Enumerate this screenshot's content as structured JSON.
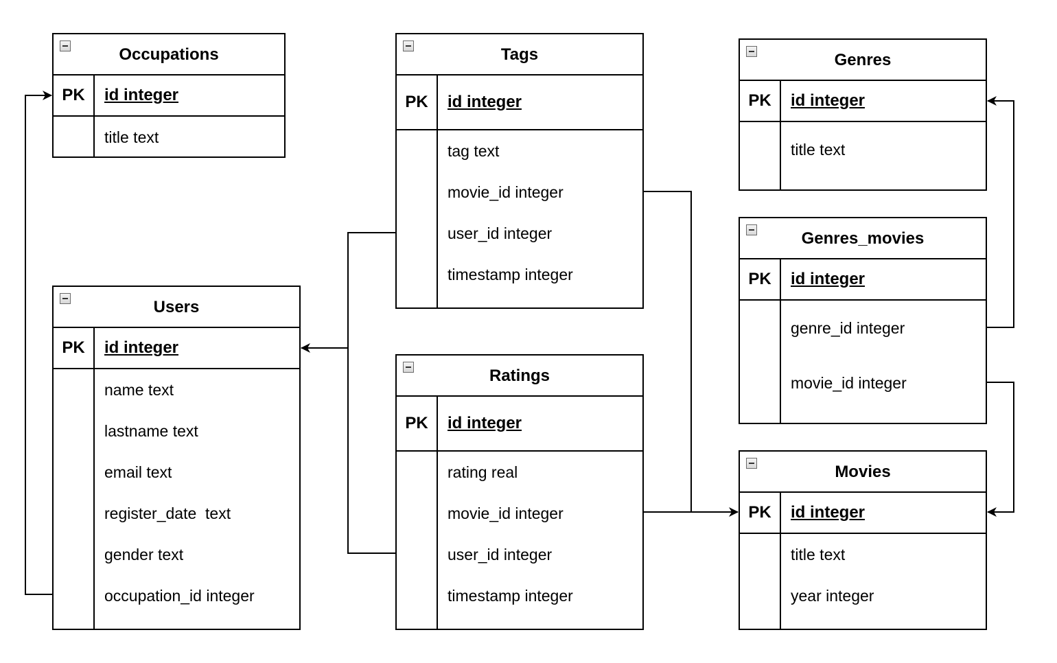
{
  "diagram": {
    "tables": {
      "occupations": {
        "title": "Occupations",
        "pk_label": "PK",
        "pk_field": "id integer",
        "fields": [
          "title text"
        ]
      },
      "tags": {
        "title": "Tags",
        "pk_label": "PK",
        "pk_field": "id integer",
        "fields": [
          "tag text",
          "movie_id integer",
          "user_id integer",
          "timestamp integer"
        ]
      },
      "genres": {
        "title": "Genres",
        "pk_label": "PK",
        "pk_field": "id integer",
        "fields": [
          "title text"
        ]
      },
      "genres_movies": {
        "title": "Genres_movies",
        "pk_label": "PK",
        "pk_field": "id integer",
        "fields": [
          "genre_id integer",
          "movie_id integer"
        ]
      },
      "users": {
        "title": "Users",
        "pk_label": "PK",
        "pk_field": "id integer",
        "fields": [
          "name text",
          "lastname text",
          "email text",
          "register_date  text",
          "gender text",
          "occupation_id integer"
        ]
      },
      "ratings": {
        "title": "Ratings",
        "pk_label": "PK",
        "pk_field": "id integer",
        "fields": [
          "rating real",
          "movie_id integer",
          "user_id integer",
          "timestamp integer"
        ]
      },
      "movies": {
        "title": "Movies",
        "pk_label": "PK",
        "pk_field": "id integer",
        "fields": [
          "title text",
          "year integer"
        ]
      }
    },
    "relationships": [
      {
        "from": "users.occupation_id",
        "to": "occupations.id"
      },
      {
        "from": "tags.user_id",
        "to": "users.id"
      },
      {
        "from": "ratings.user_id",
        "to": "users.id"
      },
      {
        "from": "tags.movie_id",
        "to": "movies.id"
      },
      {
        "from": "ratings.movie_id",
        "to": "movies.id"
      },
      {
        "from": "genres_movies.genre_id",
        "to": "genres.id"
      },
      {
        "from": "genres_movies.movie_id",
        "to": "movies.id"
      }
    ]
  }
}
